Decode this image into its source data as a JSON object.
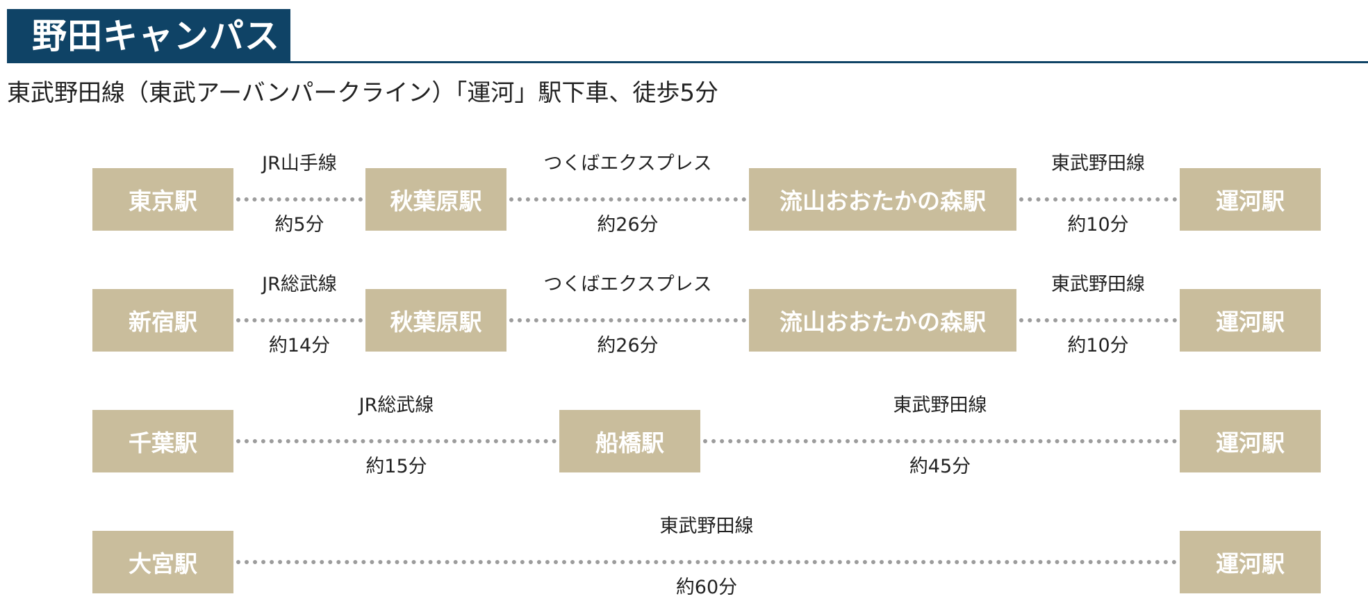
{
  "header": {
    "title": "野田キャンパス",
    "access": "東武野田線（東武アーバンパークライン）「運河」駅下車、徒歩5分"
  },
  "routes": [
    {
      "stations": [
        "東京駅",
        "秋葉原駅",
        "流山おおたかの森駅",
        "運河駅"
      ],
      "links": [
        {
          "line": "JR山手線",
          "time": "約5分"
        },
        {
          "line": "つくばエクスプレス",
          "time": "約26分"
        },
        {
          "line": "東武野田線",
          "time": "約10分"
        }
      ]
    },
    {
      "stations": [
        "新宿駅",
        "秋葉原駅",
        "流山おおたかの森駅",
        "運河駅"
      ],
      "links": [
        {
          "line": "JR総武線",
          "time": "約14分"
        },
        {
          "line": "つくばエクスプレス",
          "time": "約26分"
        },
        {
          "line": "東武野田線",
          "time": "約10分"
        }
      ]
    },
    {
      "stations": [
        "千葉駅",
        "船橋駅",
        "運河駅"
      ],
      "links": [
        {
          "line": "JR総武線",
          "time": "約15分"
        },
        {
          "line": "東武野田線",
          "time": "約45分"
        }
      ]
    },
    {
      "stations": [
        "大宮駅",
        "運河駅"
      ],
      "links": [
        {
          "line": "東武野田線",
          "time": "約60分"
        }
      ]
    }
  ],
  "colors": {
    "title_background": "#0f4366",
    "station_background": "#c9bd9c",
    "dotted_line": "#9c9c9c"
  }
}
